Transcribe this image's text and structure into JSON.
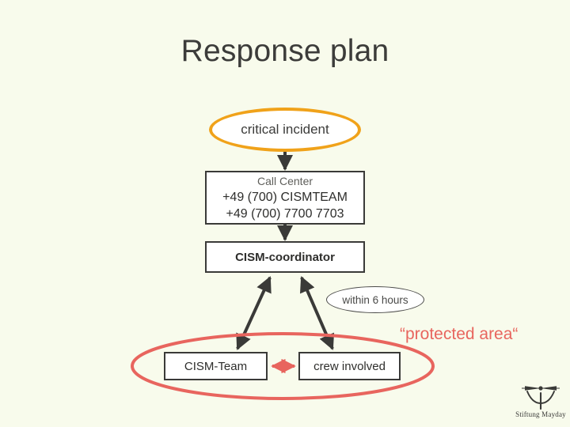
{
  "slide": {
    "title": "Response plan",
    "background_color": "#f8fbec",
    "text_color": "#3c3c3a"
  },
  "colors": {
    "accent_orange": "#f0a21a",
    "accent_red": "#e8655e",
    "outline_dark": "#3a3a38",
    "background": "#f8fbec"
  },
  "diagram": {
    "type": "flowchart",
    "nodes": {
      "critical_incident": {
        "label": "critical incident",
        "shape": "ellipse",
        "border_color": "#f0a21a"
      },
      "call_center": {
        "heading": "Call Center",
        "phone_1": "+49 (700) CISMTEAM",
        "phone_2": "+49 (700) 7700 7703",
        "shape": "rectangle"
      },
      "cism_coordinator": {
        "label": "CISM-coordinator",
        "shape": "rectangle"
      },
      "within_6_hours": {
        "label": "within 6 hours",
        "shape": "ellipse"
      },
      "cism_team": {
        "label": "CISM-Team",
        "shape": "rectangle"
      },
      "crew_involved": {
        "label": "crew involved",
        "shape": "rectangle"
      },
      "protected_area": {
        "label": "“protected area“",
        "shape": "ellipse-grouping",
        "color": "#e8655e"
      }
    },
    "connectors": [
      {
        "from": "critical_incident",
        "to": "call_center",
        "style": "arrow-down",
        "color": "#3a3a38"
      },
      {
        "from": "call_center",
        "to": "cism_coordinator",
        "style": "arrow-down",
        "color": "#3a3a38"
      },
      {
        "from": "cism_coordinator",
        "to": "cism_team",
        "style": "double-arrow-diagonal",
        "color": "#3a3a38"
      },
      {
        "from": "cism_coordinator",
        "to": "crew_involved",
        "style": "double-arrow-diagonal",
        "color": "#3a3a38"
      },
      {
        "from": "cism_team",
        "to": "crew_involved",
        "style": "double-arrow-horizontal",
        "color": "#e8655e"
      }
    ]
  },
  "logo": {
    "name": "Stiftung Mayday",
    "caption": "Stiftung Mayday"
  }
}
